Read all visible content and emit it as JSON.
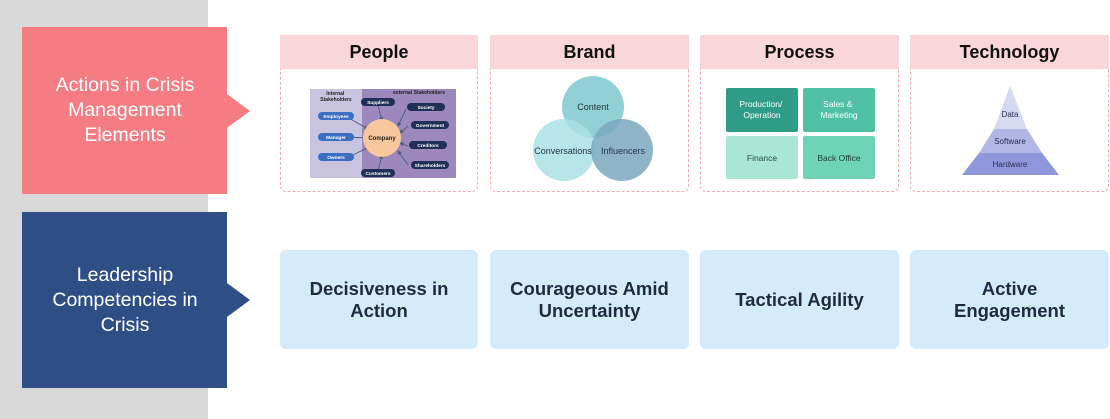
{
  "rows": {
    "actions_label": "Actions in Crisis\nManagement\nElements",
    "leadership_label": "Leadership\nCompetencies in\nCrisis"
  },
  "columns": [
    {
      "header": "People"
    },
    {
      "header": "Brand"
    },
    {
      "header": "Process"
    },
    {
      "header": "Technology"
    }
  ],
  "people": {
    "internal_title": "Internal\nStakeholders",
    "external_title": "external Stakeholders",
    "internal": [
      "Employees",
      "Manager",
      "Owners"
    ],
    "external_left": [
      "Suppliers",
      "Customers"
    ],
    "external_right": [
      "Society",
      "Government",
      "Creditors",
      "Shareholders"
    ],
    "center": "Company"
  },
  "brand": {
    "circles": [
      "Content",
      "Conversations",
      "Influencers"
    ]
  },
  "process": {
    "cells": [
      "Production/\nOperation",
      "Sales &\nMarketing",
      "Finance",
      "Back Office"
    ]
  },
  "technology": {
    "layers": [
      "Data",
      "Software",
      "Hardware"
    ]
  },
  "competencies": [
    "Decisiveness in\nAction",
    "Courageous Amid\nUncertainty",
    "Tactical Agility",
    "Active\nEngagement"
  ],
  "colors": {
    "actions": "#f57c83",
    "leadership": "#2e4f86",
    "header_bg": "#f9d6da",
    "competency_bg": "#d4ecf9"
  }
}
